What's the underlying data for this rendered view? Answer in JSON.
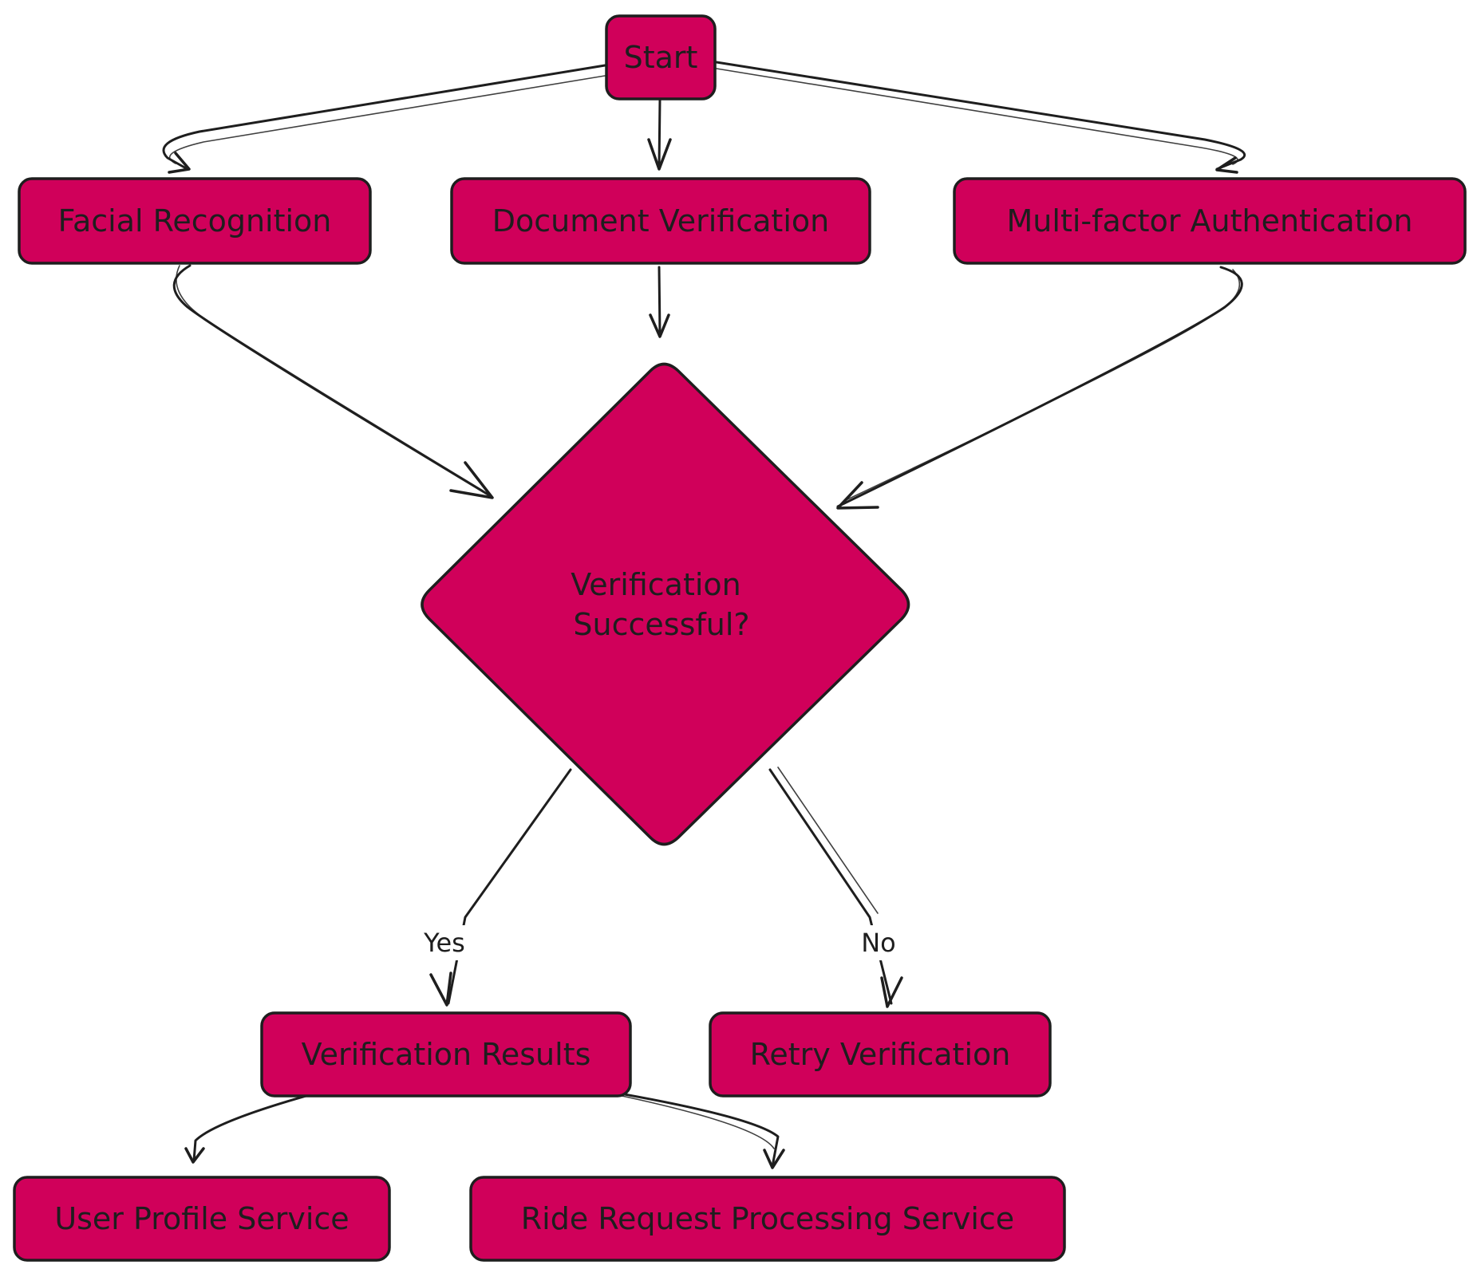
{
  "colors": {
    "node_fill": "#d0005a",
    "stroke": "#1e1e1e",
    "background": "#ffffff"
  },
  "nodes": {
    "start": "Start",
    "facial": "Facial Recognition",
    "document": "Document Verification",
    "mfa": "Multi-factor Authentication",
    "decision_line1": "Verification",
    "decision_line2": "Successful?",
    "results": "Verification Results",
    "retry": "Retry Verification",
    "profile": "User Profile Service",
    "ride": "Ride Request Processing Service"
  },
  "edges": {
    "yes": "Yes",
    "no": "No"
  }
}
